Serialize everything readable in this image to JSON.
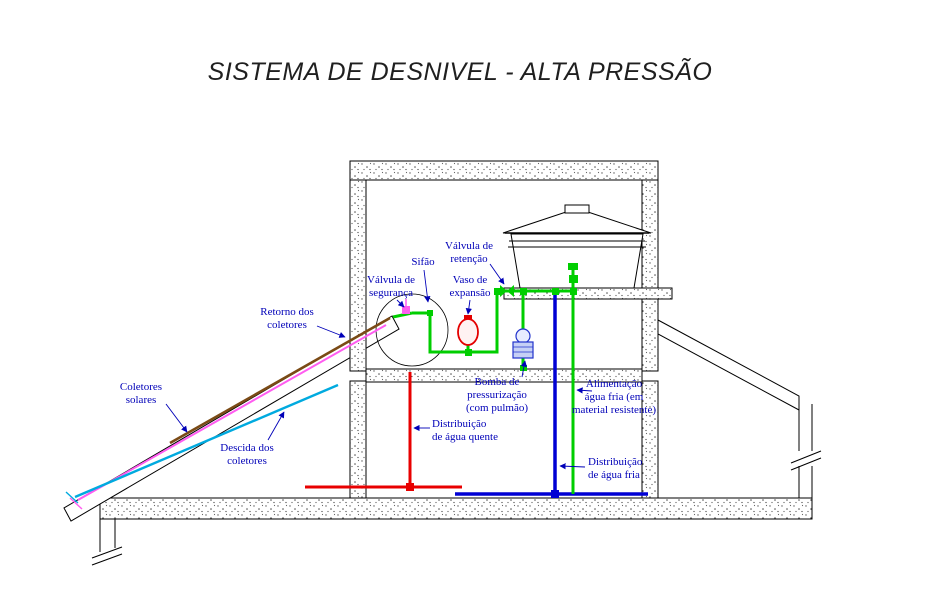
{
  "title": "SISTEMA DE DESNIVEL - ALTA PRESSÃO",
  "colors": {
    "title": "#1f1f1f",
    "label": "#0000b8",
    "structure": "#000000",
    "feed": "#00ce00",
    "hot_water": "#e80000",
    "cold_water": "#0000d4",
    "collector_return": "#7a4a15",
    "collector_descent": "#00aadf",
    "collector_panel": "#ff5cf0",
    "vessel": "#e40000",
    "pump": "#2233cc"
  },
  "labels": {
    "valvula_retencao": "Válvula de\nretenção",
    "sifao": "Sifão",
    "valvula_seguranca": "Válvula de\nsegurança",
    "vaso_expansao": "Vaso de\nexpansão",
    "retorno_coletores": "Retorno dos\ncoletores",
    "coletores_solares": "Coletores\nsolares",
    "descida_coletores": "Descida dos\ncoletores",
    "bomba_pressurizacao": "Bomba de\npressurização\n(com pulmão)",
    "alimentacao_agua_fria": "Alimentação\nágua fria (em\nmaterial resistente)",
    "distribuicao_agua_quente": "Distribuição\nde água quente",
    "distribuicao_agua_fria": "Distribuição\nde água fria"
  }
}
